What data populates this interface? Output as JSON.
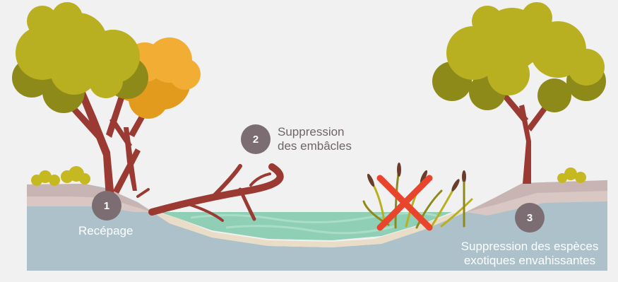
{
  "steps": [
    {
      "number": "1",
      "label": "Recépage"
    },
    {
      "number": "2",
      "label_line1": "Suppression",
      "label_line2": "des embâcles"
    },
    {
      "number": "3",
      "label_line1": "Suppression des espèces",
      "label_line2": "exotiques envahissantes"
    }
  ],
  "colors": {
    "background": "#f1f1f1",
    "water_body": "#adc1ca",
    "river_water": "#8fcfb6",
    "bank_sand": "#e9ddc8",
    "bank_soil": "#c8b5b3",
    "trunk": "#9b3a32",
    "foliage_green": "#b8b020",
    "foliage_orange": "#f2ad34",
    "badge": "#7c6d72",
    "cross": "#e8452c"
  },
  "icons": [
    "tree-icon",
    "fallen-log-icon",
    "reeds-icon",
    "cross-icon",
    "bush-icon"
  ]
}
